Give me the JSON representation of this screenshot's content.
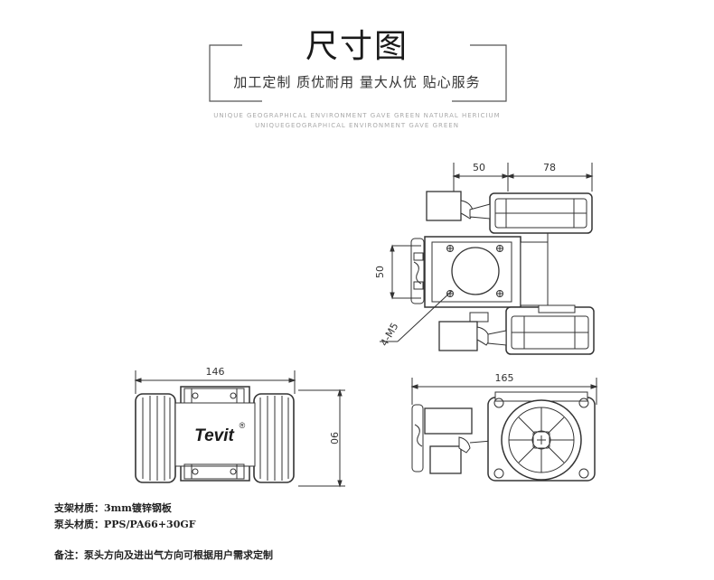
{
  "header": {
    "title": "尺寸图",
    "subtitle": "加工定制 质优耐用 量大从优 贴心服务",
    "tagline_1": "UNIQUE GEOGRAPHICAL ENVIRONMENT GAVE GREEN NATURAL HERICIUM",
    "tagline_2": "UNIQUEGEOGRAPHICAL ENVIRONMENT GAVE GREEN"
  },
  "dimensions": {
    "top_left_width": "50",
    "top_right_width": "78",
    "side_height": "50",
    "hole_label": "4-M5",
    "front_width": "146",
    "front_height": "90",
    "bottom_width": "165"
  },
  "brand": {
    "logo_text": "Tevit",
    "registered": "®"
  },
  "notes": {
    "material_bracket": "支架材质：3mm镀锌钢板",
    "material_pump_head": "泵头材质：PPS/PA66+30GF",
    "remark": "备注：泵头方向及进出气方向可根据用户需求定制"
  }
}
